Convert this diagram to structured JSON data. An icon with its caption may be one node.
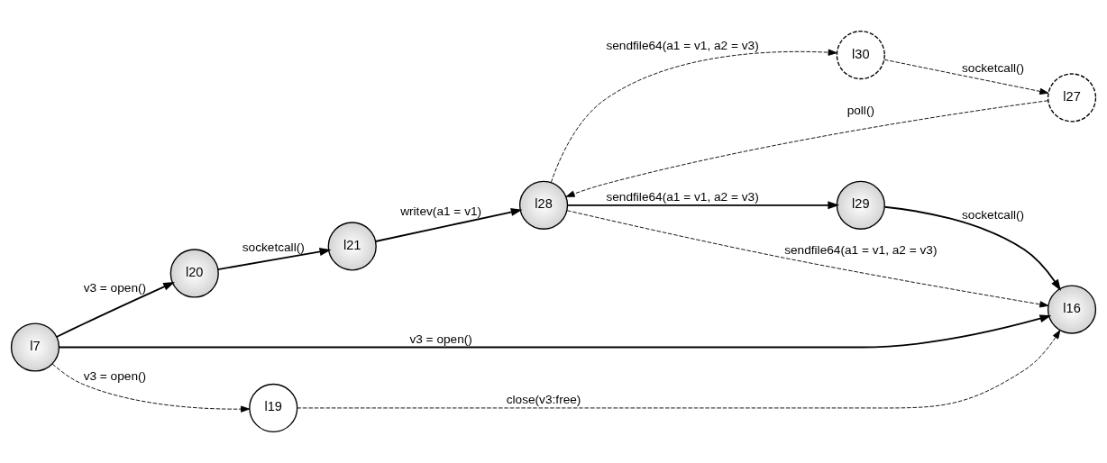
{
  "diagram": {
    "nodes": [
      {
        "text": [
          "l7"
        ]
      },
      {
        "text": [
          "l21"
        ]
      },
      {
        "text": [
          "l16"
        ]
      },
      {
        "text": [
          "l20"
        ]
      },
      {
        "text": [
          "l29"
        ]
      },
      {
        "text": [
          "l28"
        ]
      },
      {
        "text": [
          "l19"
        ]
      },
      {
        "text": [
          "l30"
        ]
      },
      {
        "text": [
          "l27"
        ]
      }
    ],
    "edges": [
      {
        "from": 0,
        "to": 2,
        "arrow": "to",
        "label": "v3 = open()"
      },
      {
        "from": 0,
        "to": 3,
        "arrow": "to",
        "label": "v3 = open()"
      },
      {
        "from": 0,
        "to": 6,
        "arrow": "to",
        "label": "v3 = open()",
        "style": "dashed"
      },
      {
        "from": 3,
        "to": 1,
        "arrow": "to",
        "label": "socketcall()"
      },
      {
        "from": 1,
        "to": 5,
        "arrow": "to",
        "label": "writev(a1 = v1)"
      },
      {
        "from": 6,
        "to": 2,
        "arrow": "to",
        "label": "close(v3:free)",
        "style": "dashed"
      },
      {
        "from": 5,
        "to": 2,
        "arrow": "to",
        "label": "sendfile64(a1 = v1, a2 = v3)",
        "style": "dashed"
      },
      {
        "from": 4,
        "to": 2,
        "arrow": "to",
        "label": "socketcall()"
      },
      {
        "from": 5,
        "to": 4,
        "arrow": "to",
        "label": "sendfile64(a1 = v1, a2 = v3)"
      },
      {
        "from": 5,
        "to": 7,
        "arrow": "to",
        "label": "sendfile64(a1 = v1, a2 = v3)",
        "style": "dashed"
      },
      {
        "from": 8,
        "to": 5,
        "arrow": "to",
        "label": "poll()",
        "style": "dashed"
      },
      {
        "from": 7,
        "to": 8,
        "arrow": "to",
        "label": "socketcall()",
        "style": "dashed"
      }
    ]
  }
}
